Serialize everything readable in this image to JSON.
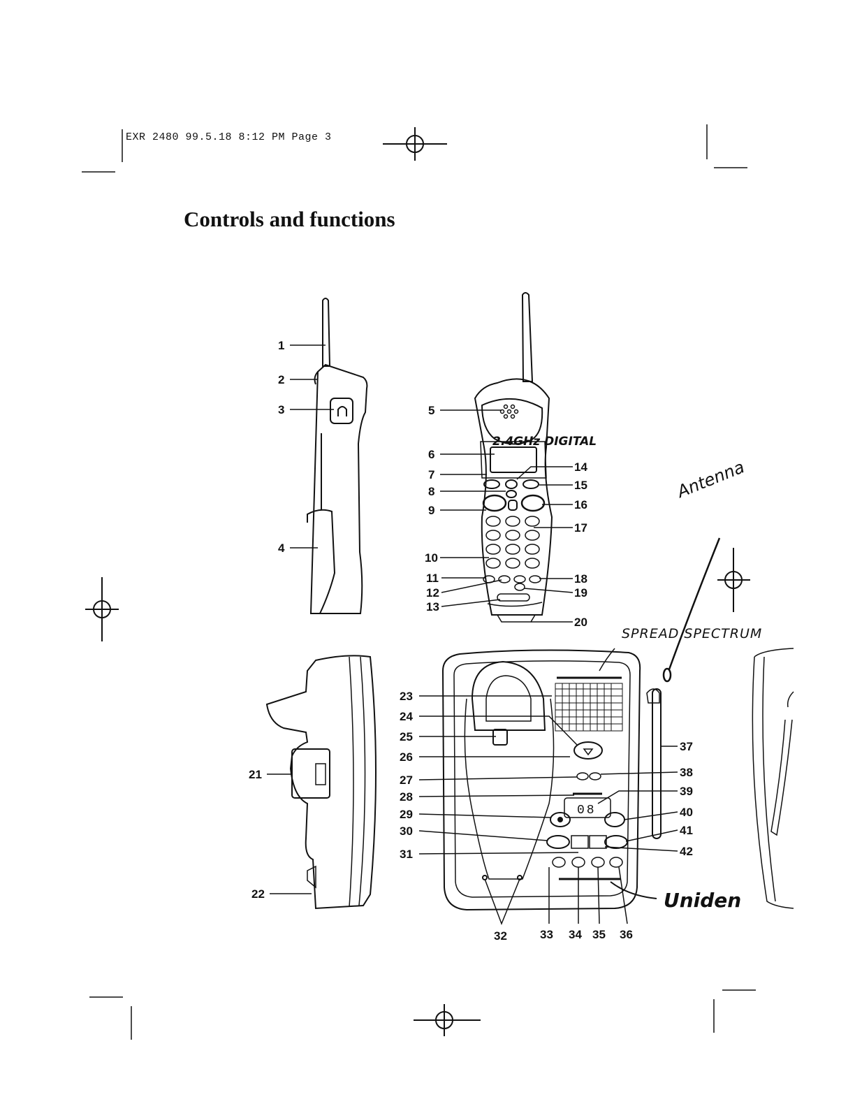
{
  "header_line": "EXR 2480  99.5.18 8:12 PM  Page 3",
  "title": "Controls and functions",
  "handset_labels": [
    "1",
    "2",
    "3",
    "4",
    "5",
    "6",
    "7",
    "8",
    "9",
    "10",
    "11",
    "12",
    "13",
    "14",
    "15",
    "16",
    "17",
    "18",
    "19",
    "20"
  ],
  "base_labels": [
    "21",
    "22",
    "23",
    "24",
    "25",
    "26",
    "27",
    "28",
    "29",
    "30",
    "31",
    "32",
    "33",
    "34",
    "35",
    "36",
    "37",
    "38",
    "39",
    "40",
    "41",
    "42"
  ],
  "display_digits": "08",
  "handwritten": {
    "digital": "2.4GHz DIGITAL",
    "antenna": "Antenna",
    "spread": "SPREAD SPECTRUM",
    "brand": "Uniden"
  }
}
